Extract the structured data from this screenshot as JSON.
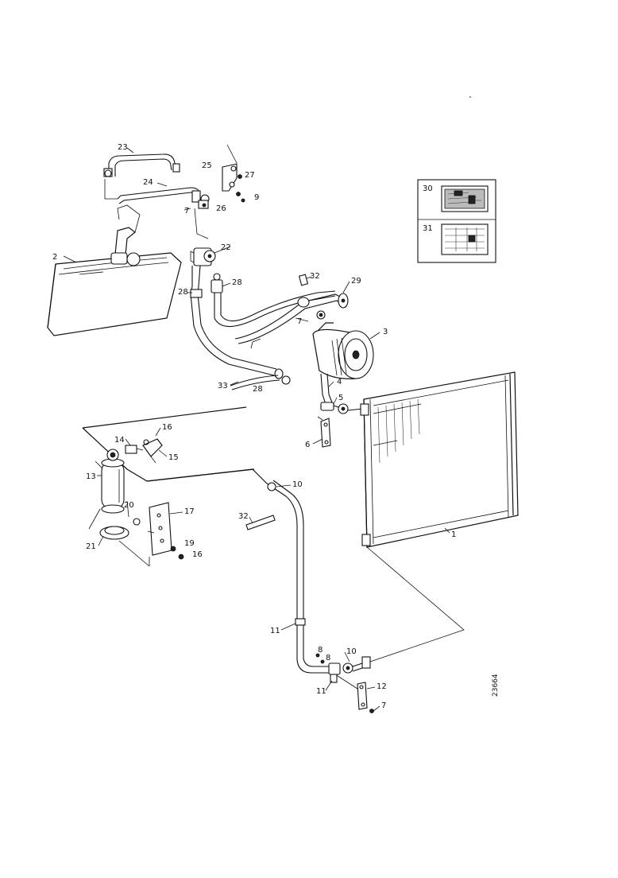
{
  "callouts": [
    {
      "id": "c23",
      "text": "23"
    },
    {
      "id": "c25",
      "text": "25"
    },
    {
      "id": "c27",
      "text": "27"
    },
    {
      "id": "c24",
      "text": "24"
    },
    {
      "id": "c9",
      "text": "9"
    },
    {
      "id": "c7a",
      "text": "7"
    },
    {
      "id": "c26",
      "text": "26"
    },
    {
      "id": "c22",
      "text": "22"
    },
    {
      "id": "c2",
      "text": "2"
    },
    {
      "id": "c28a",
      "text": "28"
    },
    {
      "id": "c28b",
      "text": "28"
    },
    {
      "id": "c32",
      "text": "32"
    },
    {
      "id": "c29",
      "text": "29"
    },
    {
      "id": "c7b",
      "text": "7"
    },
    {
      "id": "c3",
      "text": "3"
    },
    {
      "id": "c33",
      "text": "33"
    },
    {
      "id": "c28c",
      "text": "28"
    },
    {
      "id": "c4",
      "text": "4"
    },
    {
      "id": "c5",
      "text": "5"
    },
    {
      "id": "c6",
      "text": "6"
    },
    {
      "id": "c14",
      "text": "14"
    },
    {
      "id": "c16a",
      "text": "16"
    },
    {
      "id": "c15",
      "text": "15"
    },
    {
      "id": "c13",
      "text": "13"
    },
    {
      "id": "c10a",
      "text": "10"
    },
    {
      "id": "c20",
      "text": "20"
    },
    {
      "id": "c17",
      "text": "17"
    },
    {
      "id": "c32b",
      "text": "32"
    },
    {
      "id": "c1",
      "text": "1"
    },
    {
      "id": "c21",
      "text": "21"
    },
    {
      "id": "c19",
      "text": "19"
    },
    {
      "id": "c16b",
      "text": "16"
    },
    {
      "id": "c11a",
      "text": "11"
    },
    {
      "id": "c8a",
      "text": "8"
    },
    {
      "id": "c8b",
      "text": "8"
    },
    {
      "id": "c10b",
      "text": "10"
    },
    {
      "id": "c11b",
      "text": "11"
    },
    {
      "id": "c12",
      "text": "12"
    },
    {
      "id": "c7c",
      "text": "7"
    }
  ],
  "inset": {
    "labels": [
      {
        "id": "i30",
        "text": "30"
      },
      {
        "id": "i31",
        "text": "31"
      }
    ]
  },
  "drawing_number": "23664"
}
